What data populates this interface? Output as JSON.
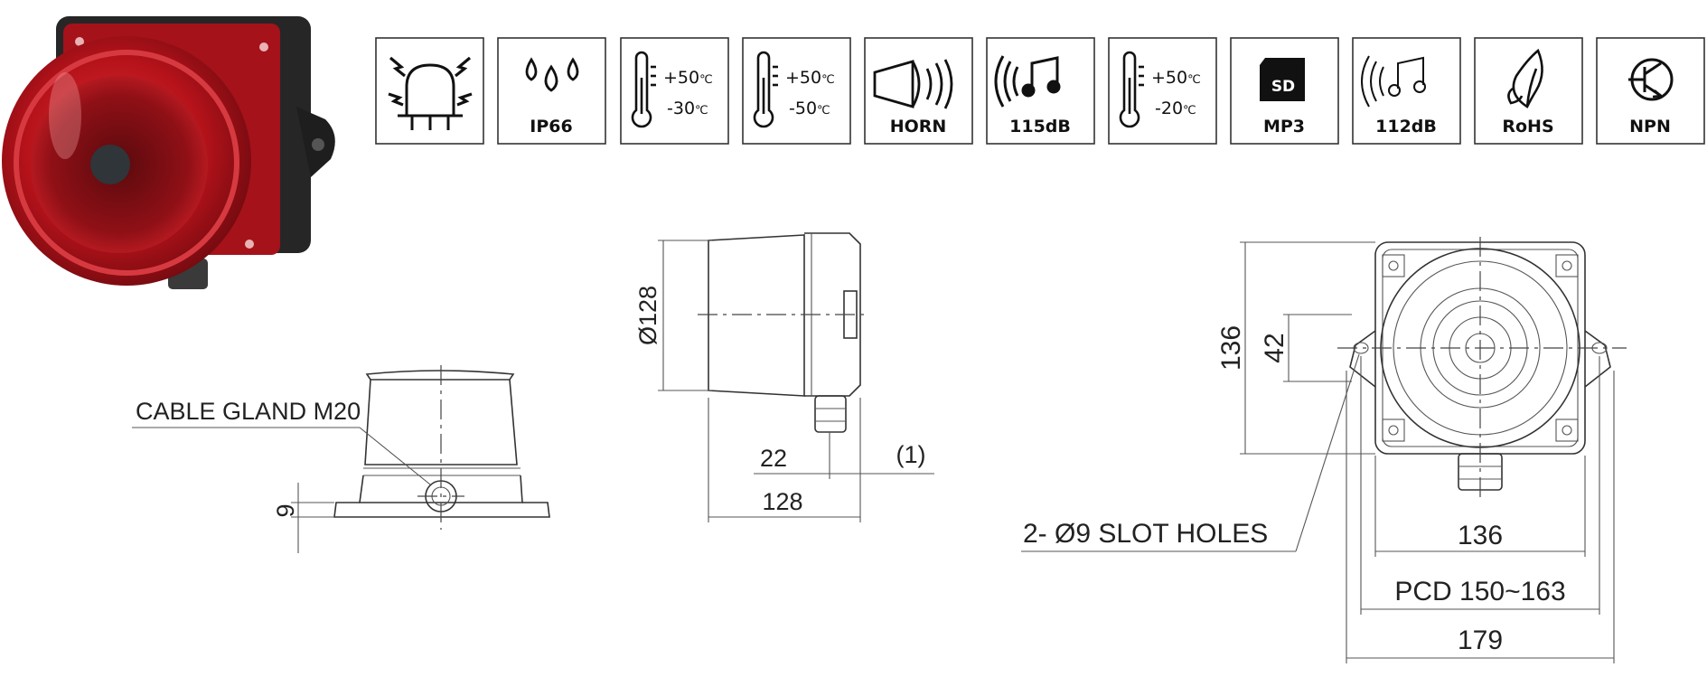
{
  "badges": [
    {
      "icon": "flashing-beacon-icon",
      "label": ""
    },
    {
      "icon": "water-drops-icon",
      "label": "IP66"
    },
    {
      "icon": "thermometer-icon",
      "label": "",
      "temp_high": "+50",
      "temp_low": "-30",
      "unit": "℃"
    },
    {
      "icon": "thermometer-icon",
      "label": "",
      "temp_high": "+50",
      "temp_low": "-50",
      "unit": "℃"
    },
    {
      "icon": "horn-icon",
      "label": "HORN"
    },
    {
      "icon": "sound-music-icon",
      "label": "115dB"
    },
    {
      "icon": "thermometer-icon",
      "label": "",
      "temp_high": "+50",
      "temp_low": "-20",
      "unit": "℃"
    },
    {
      "icon": "sd-card-icon",
      "label": "MP3",
      "chip": "SD"
    },
    {
      "icon": "sound-music-outline-icon",
      "label": "112dB"
    },
    {
      "icon": "leaf-icon",
      "label": "RoHS"
    },
    {
      "icon": "npn-transistor-icon",
      "label": "NPN"
    }
  ],
  "colors": {
    "product_red": "#c0141c",
    "product_dark": "#2a2a2a",
    "line": "#333333"
  },
  "drawings": {
    "front_view": {
      "cable_gland": "CABLE GLAND M20",
      "flange_height": "9"
    },
    "side_view": {
      "diameter": "Ø128",
      "gland_offset": "22",
      "note": "(1)",
      "depth": "128"
    },
    "top_view": {
      "height": "136",
      "slot_offset": "42",
      "slot_holes": "2- Ø9 SLOT HOLES",
      "body_width": "136",
      "pcd": "PCD 150~163",
      "overall_width": "179"
    }
  }
}
